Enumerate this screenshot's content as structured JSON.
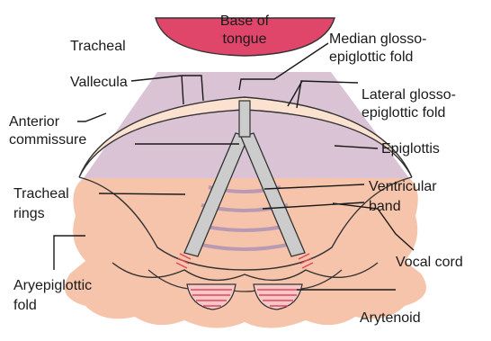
{
  "labels": {
    "base_of_tongue": [
      "Base of",
      "tongue"
    ],
    "tracheal_top": "Tracheal",
    "vallecula": "Vallecula",
    "median_glosso": [
      "Median glosso-",
      "epiglottic fold"
    ],
    "lateral_glosso": [
      "Lateral glosso-",
      "epiglottic fold"
    ],
    "anterior_commissure": [
      "Anterior",
      "commissure"
    ],
    "epiglottis": "Epiglottis",
    "tracheal_rings": [
      "Tracheal",
      "rings"
    ],
    "ventricular_band": [
      "Ventricular",
      "band"
    ],
    "vocal_cord": "Vocal cord",
    "aryepiglottic_fold": [
      "Aryepiglottic",
      "fold"
    ],
    "arytenoid": "Arytenoid"
  },
  "colors": {
    "tongue": "#e0456a",
    "pharynx": "#d9c3d4",
    "larynx": "#f6c4aa",
    "epiglottis": "#fbe2d0",
    "cords": "#cccccc",
    "rings": "#b89bb2",
    "arytenoid": "#e0455c"
  }
}
